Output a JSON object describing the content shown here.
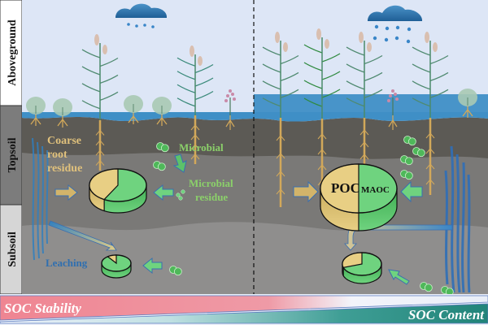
{
  "layers": {
    "aboveground": "Aboveground",
    "topsoil": "Topsoil",
    "subsoil": "Subsoil"
  },
  "left_panel": {
    "coarse_root_residue": [
      "Coarse",
      "root",
      "residue"
    ],
    "microbial": "Microbial",
    "microbial_residue": [
      "Microbial",
      "residue"
    ],
    "leaching": "Leaching",
    "topsoil_pie": {
      "poc_fraction": 0.42,
      "maoc_fraction": 0.58
    },
    "subsoil_pie": {
      "poc_fraction": 0.1,
      "maoc_fraction": 0.9
    }
  },
  "right_panel": {
    "poc_label": "POC",
    "maoc_label": "MAOC",
    "topsoil_pie": {
      "poc_fraction": 0.5,
      "maoc_fraction": 0.5
    },
    "subsoil_pie": {
      "poc_fraction": 0.3,
      "maoc_fraction": 0.7
    }
  },
  "bottom_bar": {
    "left_label": "SOC Stability",
    "right_label": "SOC Content"
  },
  "colors": {
    "sky": "#dde6f6",
    "water": "#3f8fc6",
    "topsoil_dark": "#5c5a55",
    "topsoil": "#7a7977",
    "subsoil": "#8f8e8d",
    "poc": "#e8cf84",
    "maoc": "#6fd37f",
    "root": "#d2a85a",
    "stability": "#ef8d99",
    "content": "#2d9288",
    "text_gold": "#e0c17c",
    "text_green": "#8bd06a",
    "text_blue": "#2f6fb0"
  }
}
